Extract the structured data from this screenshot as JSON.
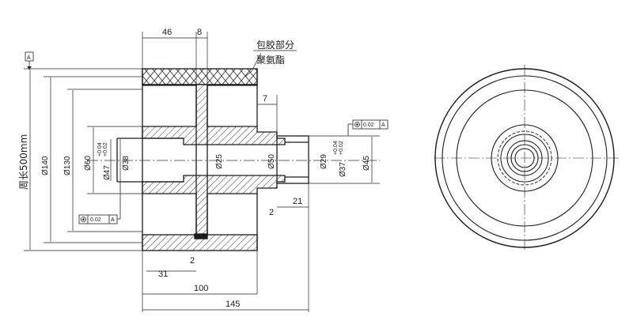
{
  "drawing": {
    "top_dims": {
      "d46": "46",
      "d8": "8"
    },
    "callout": {
      "line1": "包胶部分",
      "line2": "聚氨酯"
    },
    "dims": {
      "d7": "7",
      "d2_right": "2",
      "d21": "21",
      "d31": "31",
      "d2_bottom": "2",
      "d100": "100",
      "d145": "145"
    },
    "vertical_dims": {
      "circumference": "周长500mm",
      "phi140": "Ø140",
      "phi130": "Ø130",
      "phi60": "Ø60",
      "phi47": "Ø47",
      "phi47_tol_upper": "+0.04",
      "phi47_tol_lower": "+0.02",
      "phi38": "Ø38",
      "phi25": "Ø25",
      "phi50": "Ø50",
      "phi29": "Ø29",
      "phi37": "Ø37",
      "phi37_tol_upper": "+0.04",
      "phi37_tol_lower": "+0.02",
      "phi45": "Ø45"
    },
    "datum": {
      "label": "A"
    },
    "tolerance_left": {
      "value": "0.02",
      "datum": "A"
    },
    "tolerance_right": {
      "value": "0.02",
      "datum": "A"
    }
  }
}
